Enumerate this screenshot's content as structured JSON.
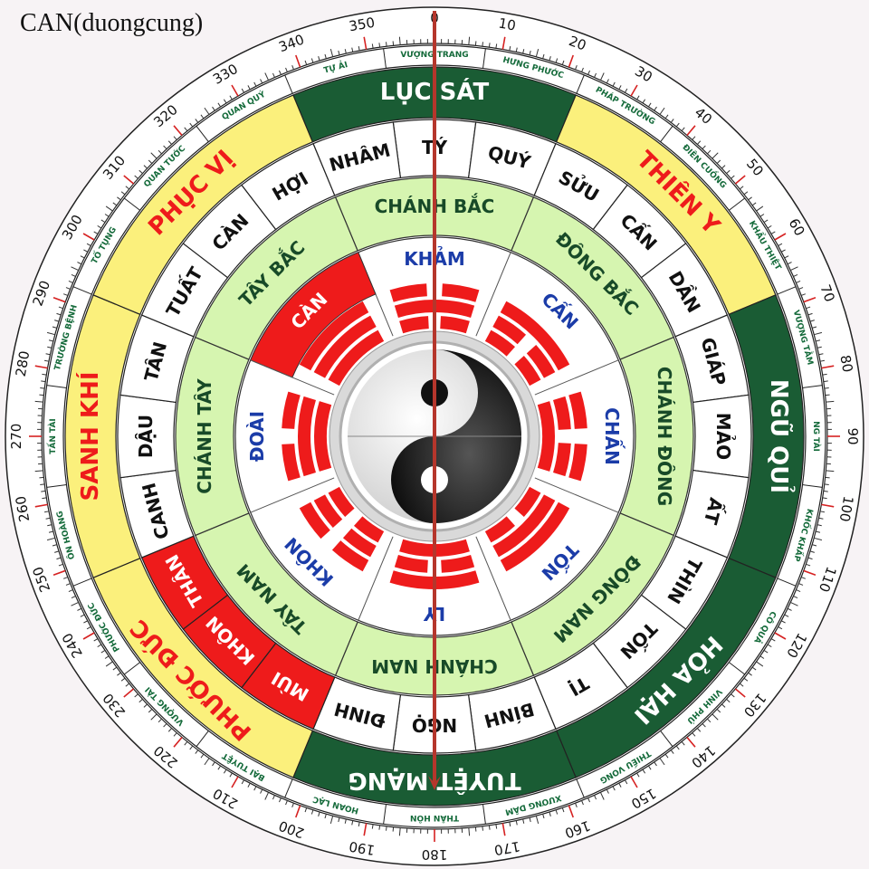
{
  "title": "CAN(duongcung)",
  "colors": {
    "dark_green": "#1a5c34",
    "yellow": "#fbf07c",
    "light_green": "#d6f5b0",
    "red": "#ee1b1b",
    "blue": "#1b3ca8",
    "white": "#ffffff",
    "needle": "#b5362c",
    "tick_red": "#d62222",
    "star_red": "#e2231a",
    "star_text_green": "#146a3a"
  },
  "degree_labels": [
    "0",
    "10",
    "20",
    "30",
    "40",
    "50",
    "60",
    "70",
    "80",
    "90",
    "100",
    "110",
    "120",
    "130",
    "140",
    "150",
    "160",
    "170",
    "180",
    "190",
    "200",
    "210",
    "220",
    "230",
    "240",
    "250",
    "260",
    "270",
    "280",
    "290",
    "300",
    "310",
    "320",
    "330",
    "340",
    "350"
  ],
  "stars": [
    "VƯỢNG TRANG",
    "HƯNG PHƯỚC",
    "PHÁP TRƯỜNG",
    "ĐIÊN CUỒNG",
    "KHẨU THIỆT",
    "VƯỢNG TẰM",
    "NG TÀI",
    "KHỐC KHẤP",
    "CÔ QUẢ",
    "VINH PHÚ",
    "THIẾU VONG",
    "XƯƠNG DÂM",
    "THÂN HÔN",
    "HOAN LẠC",
    "BẠI TUYỆT",
    "VƯỢNG TÀI",
    "PHƯỚC ĐỨC",
    "ÔN HOÀNG",
    "TẤN TÀI",
    "TRƯỜNG BỆNH",
    "TỐ TỤNG",
    "QUAN TƯỚC",
    "QUAN QUÝ",
    "TỰ ẢI"
  ],
  "sectors": [
    {
      "name": "LỤC SÁT",
      "color": "dark_green"
    },
    {
      "name": "THIÊN Y",
      "color": "yellow"
    },
    {
      "name": "NGŨ QUỈ",
      "color": "dark_green"
    },
    {
      "name": "HỎA HẠI",
      "color": "dark_green"
    },
    {
      "name": "TUYỆT MẠNG",
      "color": "dark_green"
    },
    {
      "name": "PHƯỚC ĐỨC",
      "color": "yellow"
    },
    {
      "name": "SANH KHÍ",
      "color": "yellow"
    },
    {
      "name": "PHỤC VỊ",
      "color": "yellow"
    }
  ],
  "mountains": [
    "TÝ",
    "QUÝ",
    "SỬU",
    "CẤN",
    "DẦN",
    "GIÁP",
    "MẢO",
    "ẤT",
    "THÌN",
    "TỐN",
    "TỊ",
    "BÍNH",
    "NGỌ",
    "ĐINH",
    "MÙI",
    "KHÔN",
    "THÂN",
    "CANH",
    "DẬU",
    "TÂN",
    "TUẤT",
    "CÀN",
    "HỢI",
    "NHÂM"
  ],
  "highlighted_mountains": [
    "MÙI",
    "KHÔN",
    "THÂN"
  ],
  "directions": [
    "CHÁNH BẮC",
    "ĐÔNG BẮC",
    "CHÁNH ĐÔNG",
    "ĐÔNG NAM",
    "CHÁNH NAM",
    "TÂY NAM",
    "CHÁNH TÂY",
    "TÂY BẮC"
  ],
  "trigrams": [
    {
      "name": "KHẢM",
      "lines": [
        0,
        1,
        0
      ]
    },
    {
      "name": "CẤN",
      "lines": [
        1,
        0,
        0
      ]
    },
    {
      "name": "CHẤN",
      "lines": [
        0,
        0,
        1
      ]
    },
    {
      "name": "TỐN",
      "lines": [
        1,
        1,
        0
      ]
    },
    {
      "name": "LY",
      "lines": [
        1,
        0,
        1
      ]
    },
    {
      "name": "KHÔN",
      "lines": [
        0,
        0,
        0
      ]
    },
    {
      "name": "ĐOÀI",
      "lines": [
        0,
        1,
        1
      ]
    },
    {
      "name": "CÀN",
      "lines": [
        1,
        1,
        1
      ]
    }
  ],
  "highlighted_trigram": "CÀN",
  "needle_heading": 0
}
